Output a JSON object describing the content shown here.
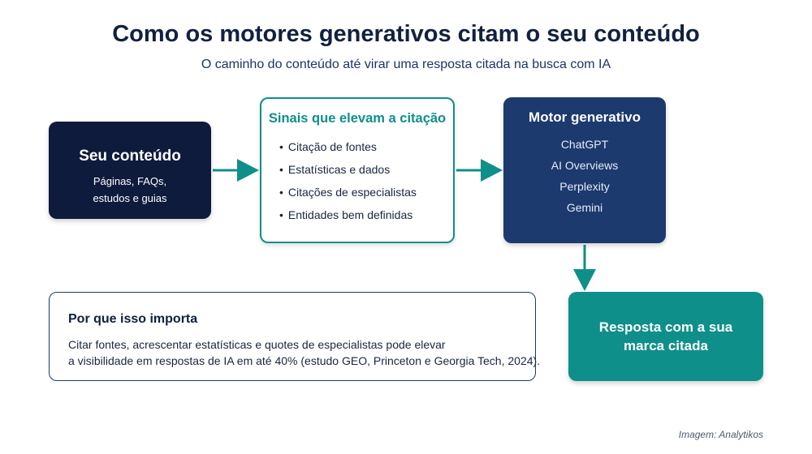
{
  "header": {
    "title": "Como os motores generativos citam o seu conteúdo",
    "subtitle": "O caminho do conteúdo até virar uma resposta citada na busca com IA"
  },
  "nodes": {
    "content": {
      "title": "Seu conteúdo",
      "lines": [
        "Páginas, FAQs,",
        "estudos e guias"
      ]
    },
    "signals": {
      "title": "Sinais que elevam a citação",
      "items": [
        "Citação de fontes",
        "Estatísticas e dados",
        "Citações de especialistas",
        "Entidades bem definidas"
      ]
    },
    "engine": {
      "title": "Motor generativo",
      "items": [
        "ChatGPT",
        "AI Overviews",
        "Perplexity",
        "Gemini"
      ]
    },
    "answer": {
      "title": "Resposta com a sua marca citada"
    }
  },
  "why": {
    "title": "Por que isso importa",
    "line1": "Citar fontes, acrescentar estatísticas e quotes de especialistas pode elevar",
    "line2": "a visibilidade em respostas de IA em até 40% (estudo GEO, Princeton e Georgia Tech, 2024)."
  },
  "credit": "Imagem: Analytikos",
  "colors": {
    "navy": "#0f1b3d",
    "blue": "#1c3a6e",
    "teal": "#0f8f8a"
  }
}
